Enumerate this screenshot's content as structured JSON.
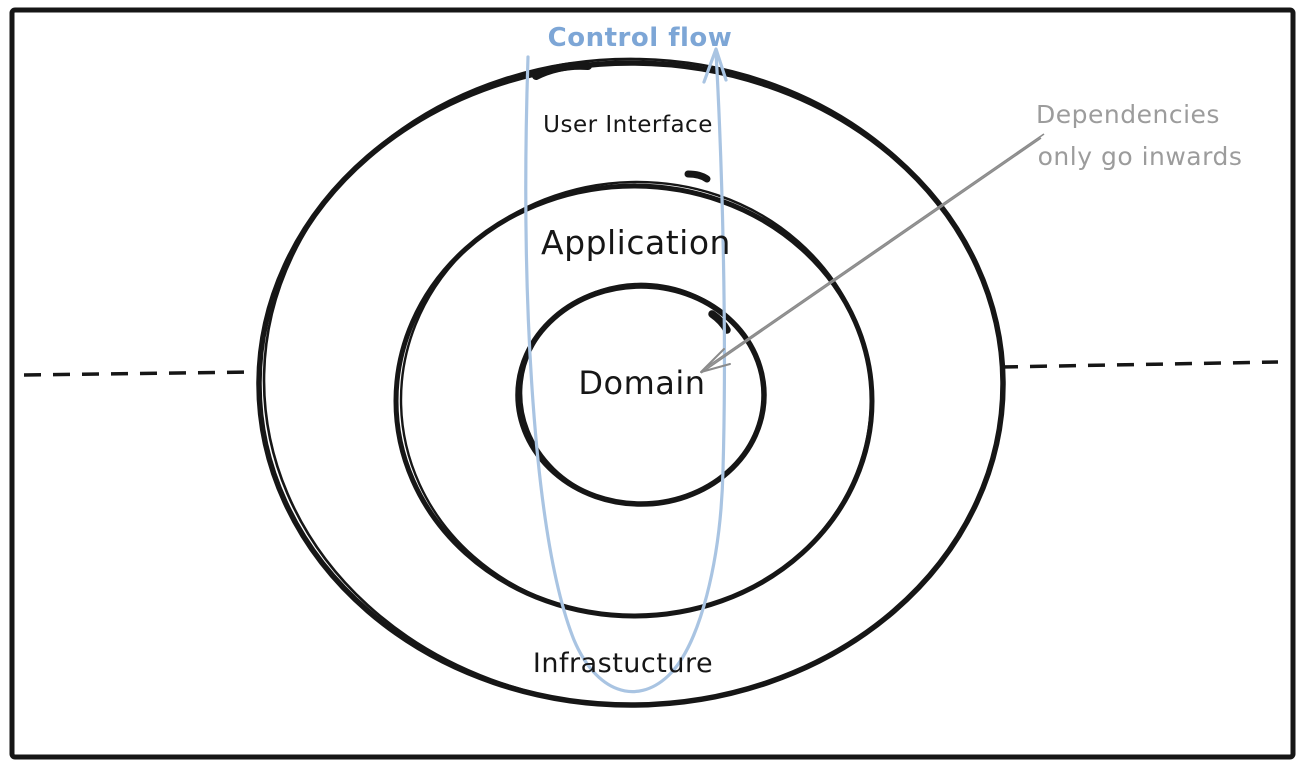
{
  "diagram": {
    "kind": "onion-architecture",
    "layers": {
      "outer_top": "User Interface",
      "middle": "Application",
      "center": "Domain",
      "outer_bottom": "Infrastucture"
    },
    "annotations": {
      "control_flow": "Control flow",
      "dependencies_line1": "Dependencies",
      "dependencies_line2": "only go inwards"
    },
    "colors": {
      "ink": "#161616",
      "flow_text_blue": "#7da6d6",
      "loop_blue": "#a9c4e2",
      "note_gray": "#9c9c9c",
      "arrow_gray": "#8b8b8b",
      "background": "#ffffff"
    }
  }
}
